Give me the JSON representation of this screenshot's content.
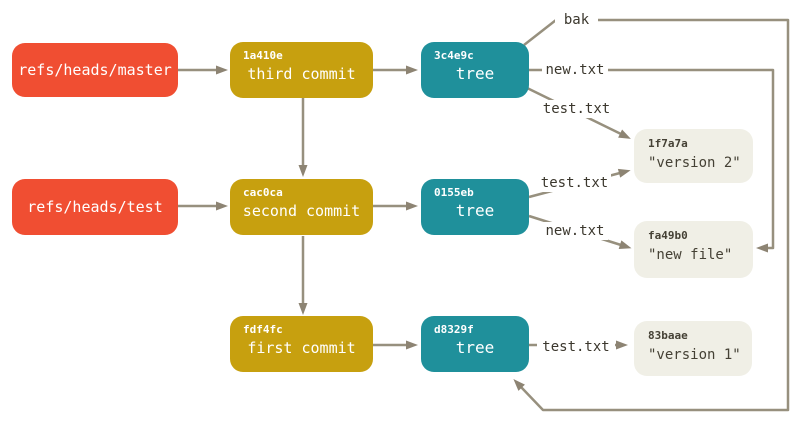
{
  "diagram": {
    "title": "git objects and references diagram",
    "refs": [
      {
        "label": "refs/heads/master"
      },
      {
        "label": "refs/heads/test"
      }
    ],
    "commits": [
      {
        "hash": "1a410e",
        "label": "third commit"
      },
      {
        "hash": "cac0ca",
        "label": "second commit"
      },
      {
        "hash": "fdf4fc",
        "label": "first commit"
      }
    ],
    "trees": [
      {
        "hash": "3c4e9c",
        "label": "tree"
      },
      {
        "hash": "0155eb",
        "label": "tree"
      },
      {
        "hash": "d8329f",
        "label": "tree"
      }
    ],
    "blobs": [
      {
        "hash": "1f7a7a",
        "label": "\"version 2\""
      },
      {
        "hash": "fa49b0",
        "label": "\"new file\""
      },
      {
        "hash": "83baae",
        "label": "\"version 1\""
      }
    ],
    "edge_labels": [
      {
        "text": "bak"
      },
      {
        "text": "new.txt"
      },
      {
        "text": "test.txt"
      },
      {
        "text": "test.txt"
      },
      {
        "text": "new.txt"
      },
      {
        "text": "test.txt"
      }
    ],
    "edges": [
      {
        "from": "refs/heads/master",
        "to": "1a410e"
      },
      {
        "from": "refs/heads/test",
        "to": "cac0ca"
      },
      {
        "from": "1a410e",
        "to": "cac0ca"
      },
      {
        "from": "cac0ca",
        "to": "fdf4fc"
      },
      {
        "from": "1a410e",
        "to": "3c4e9c"
      },
      {
        "from": "cac0ca",
        "to": "0155eb"
      },
      {
        "from": "fdf4fc",
        "to": "d8329f"
      },
      {
        "from": "3c4e9c",
        "to": "d8329f",
        "label": "bak"
      },
      {
        "from": "3c4e9c",
        "to": "fa49b0",
        "label": "new.txt"
      },
      {
        "from": "3c4e9c",
        "to": "1f7a7a",
        "label": "test.txt"
      },
      {
        "from": "0155eb",
        "to": "1f7a7a",
        "label": "test.txt"
      },
      {
        "from": "0155eb",
        "to": "fa49b0",
        "label": "new.txt"
      },
      {
        "from": "d8329f",
        "to": "83baae",
        "label": "test.txt"
      }
    ],
    "colors": {
      "ref_box": "#f04e32",
      "commit_box": "#c7a00f",
      "tree_box": "#1f909b",
      "blob_box": "#f0efe6",
      "line": "#97907e",
      "arrowhead": "#8d8473",
      "box_text": "#ffffff",
      "dark_text": "#3b372d"
    }
  }
}
